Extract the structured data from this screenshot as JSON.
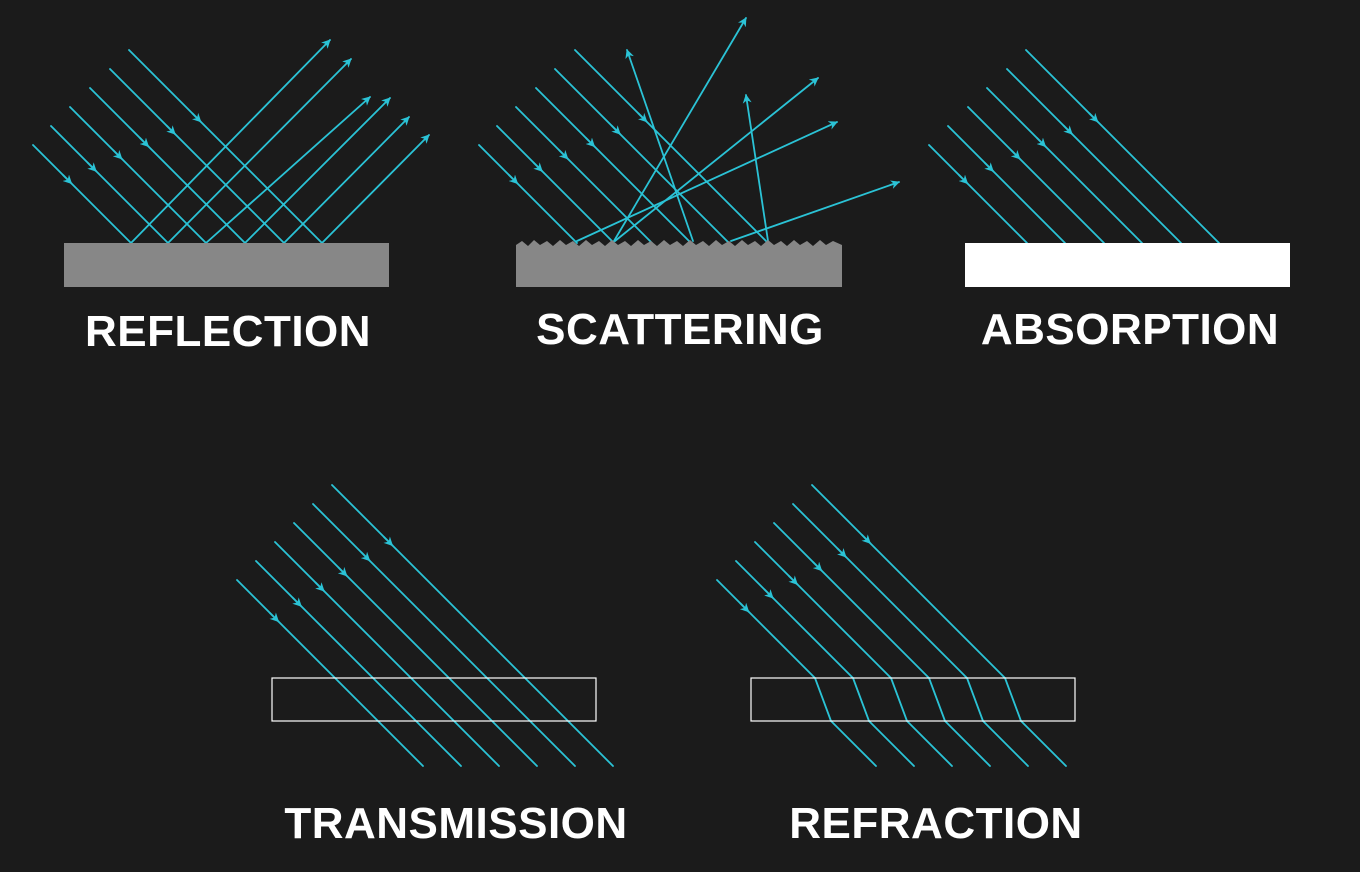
{
  "colors": {
    "background": "#1b1b1b",
    "ray": "#2bc3d6",
    "surface_gray": "#878787",
    "surface_white": "#ffffff",
    "label": "#ffffff"
  },
  "panels": [
    {
      "id": "reflection",
      "label": "REFLECTION",
      "surface": "gray-flat",
      "icon": "reflection-diagram"
    },
    {
      "id": "scattering",
      "label": "SCATTERING",
      "surface": "gray-rough",
      "icon": "scattering-diagram"
    },
    {
      "id": "absorption",
      "label": "ABSORPTION",
      "surface": "white-block",
      "icon": "absorption-diagram"
    },
    {
      "id": "transmission",
      "label": "TRANSMISSION",
      "surface": "outlined-slab",
      "icon": "transmission-diagram"
    },
    {
      "id": "refraction",
      "label": "REFRACTION",
      "surface": "outlined-slab",
      "icon": "refraction-diagram"
    }
  ]
}
